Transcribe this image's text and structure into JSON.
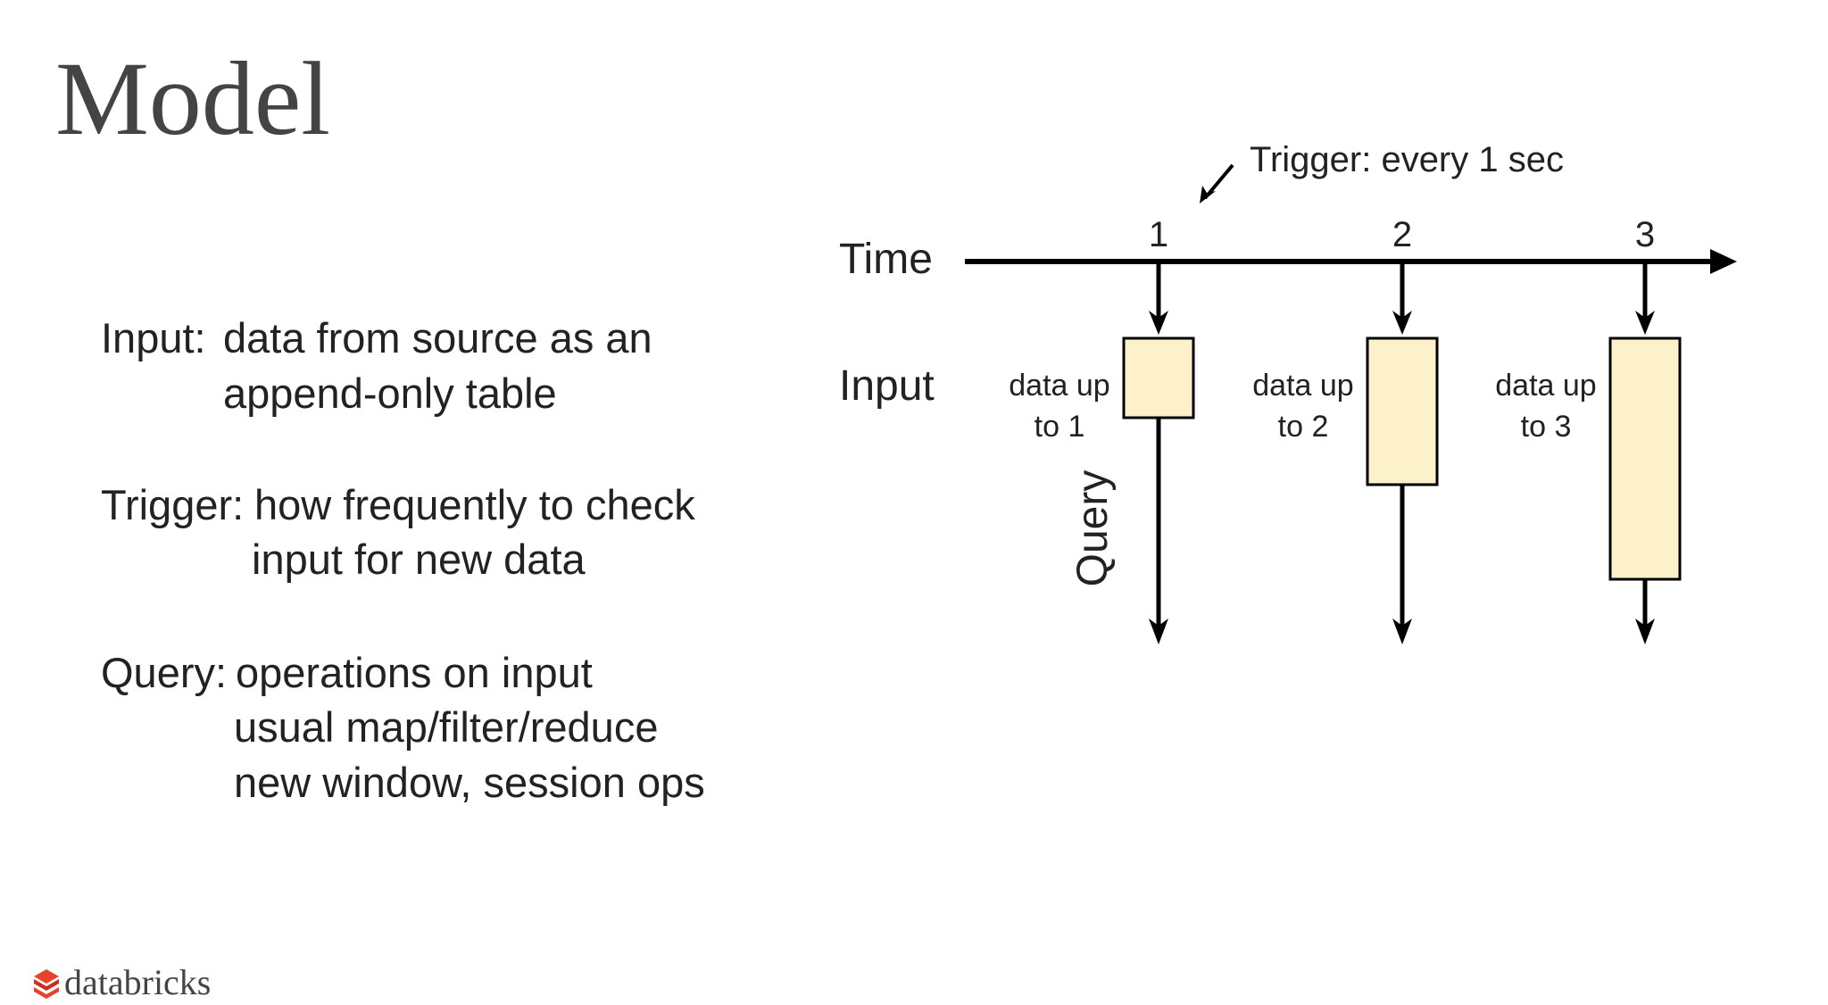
{
  "title": "Model",
  "bullets": [
    {
      "term": "Input:",
      "lines": [
        "data from source as an",
        "append-only table"
      ]
    },
    {
      "term": "Trigger:",
      "lines": [
        "how frequently to check",
        "input for new data"
      ]
    },
    {
      "term": "Query:",
      "lines": [
        "operations on input",
        "usual map/filter/reduce",
        "new window, session ops"
      ]
    }
  ],
  "diagram": {
    "trigger_label": "Trigger: every 1 sec",
    "time_label": "Time",
    "input_label": "Input",
    "query_label": "Query",
    "ticks": [
      "1",
      "2",
      "3"
    ],
    "boxes": [
      {
        "line1": "data up",
        "line2": "to 1"
      },
      {
        "line1": "data up",
        "line2": "to 2"
      },
      {
        "line1": "data up",
        "line2": "to 3"
      }
    ],
    "box_fill": "#fdf1cc"
  },
  "logo": {
    "text": "databricks",
    "color": "#e8432a"
  }
}
